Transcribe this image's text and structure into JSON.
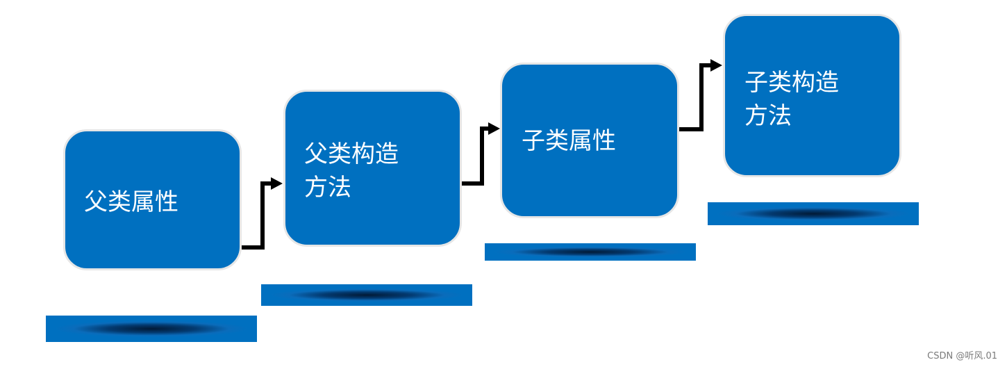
{
  "steps": [
    {
      "label": "父类属性"
    },
    {
      "label": "父类构造\n方法"
    },
    {
      "label": "子类属性"
    },
    {
      "label": "子类构造\n方法"
    }
  ],
  "colors": {
    "box_fill": "#0070c0",
    "box_border": "#e6e6e6",
    "text": "#ffffff",
    "connector": "#000000"
  },
  "watermark": "CSDN @听风.01"
}
